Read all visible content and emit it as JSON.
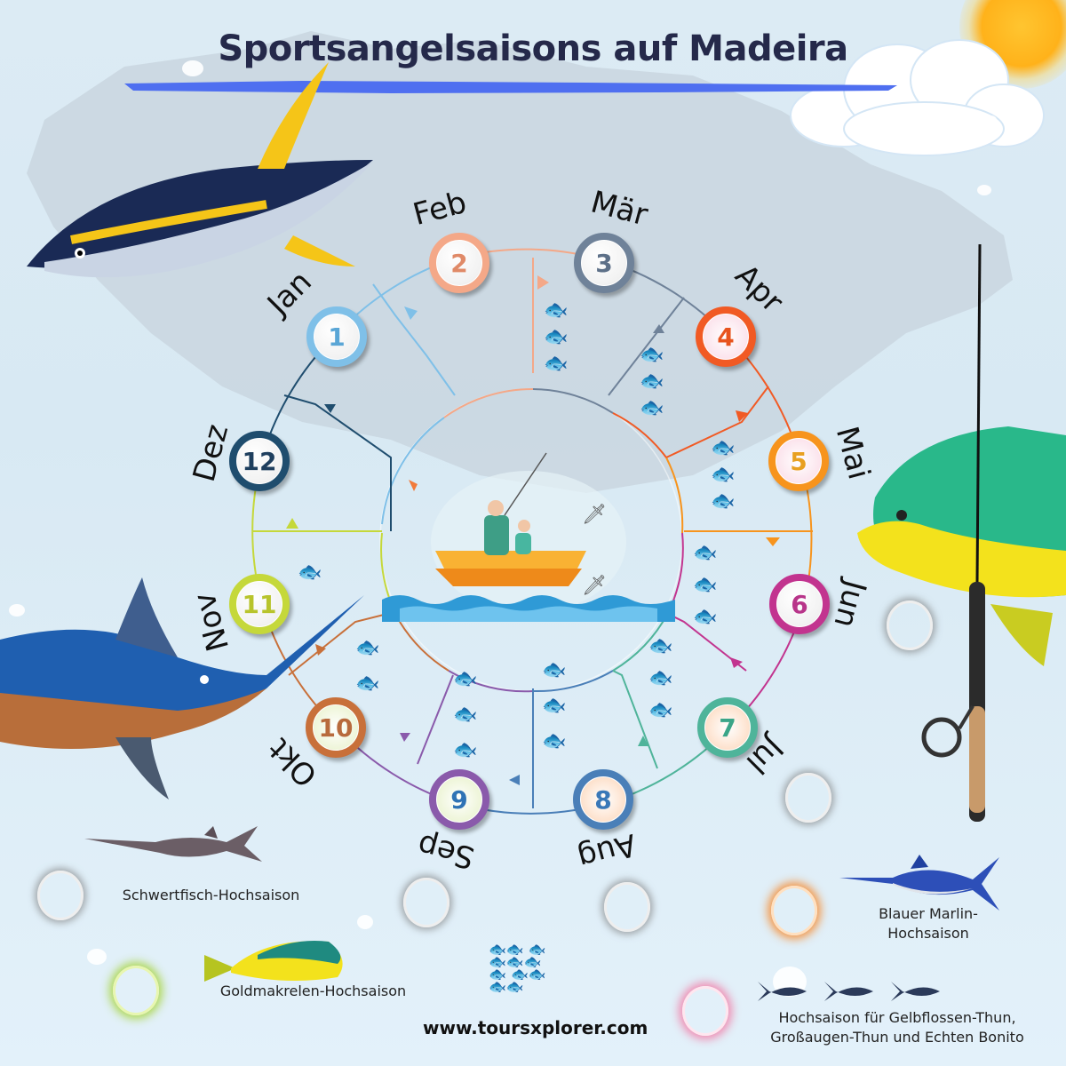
{
  "title": "Sportsangelsaisons auf Madeira",
  "website": "www.toursxplorer.com",
  "months": [
    {
      "num": "1",
      "label": "Jan",
      "color": "#7fc0e8",
      "numColor": "#5aa6d6"
    },
    {
      "num": "2",
      "label": "Feb",
      "color": "#f4a888",
      "numColor": "#e08a68"
    },
    {
      "num": "3",
      "label": "Mär",
      "color": "#6f8299",
      "numColor": "#5d7088"
    },
    {
      "num": "4",
      "label": "Apr",
      "color": "#f15a24",
      "numColor": "#e8541e"
    },
    {
      "num": "5",
      "label": "Mai",
      "color": "#f7941d",
      "numColor": "#e8a020"
    },
    {
      "num": "6",
      "label": "Jun",
      "color": "#c2348f",
      "numColor": "#b8358a"
    },
    {
      "num": "7",
      "label": "Jul",
      "color": "#4fb49a",
      "numColor": "#3aa588"
    },
    {
      "num": "8",
      "label": "Aug",
      "color": "#4a7fb8",
      "numColor": "#3a78b8"
    },
    {
      "num": "9",
      "label": "Sep",
      "color": "#8a5aab",
      "numColor": "#2f73b5"
    },
    {
      "num": "10",
      "label": "Okt",
      "color": "#c8703a",
      "numColor": "#b86a3c"
    },
    {
      "num": "11",
      "label": "Nov",
      "color": "#c5d83a",
      "numColor": "#b8c42c"
    },
    {
      "num": "12",
      "label": "Dez",
      "color": "#1f4d6e",
      "numColor": "#1f3f5e"
    }
  ],
  "legend": [
    {
      "name": "swordfish",
      "text": "Schwertfisch-Hochsaison",
      "ringColor": "#9e9e9e"
    },
    {
      "name": "dorado",
      "text": "Goldmakrelen-Hochsaison",
      "ringColor": "#a6d43a"
    },
    {
      "name": "blue-marlin",
      "text_line1": "Blauer Marlin-",
      "text_line2": "Hochsaison",
      "ringColor": "#f7882a"
    },
    {
      "name": "tuna",
      "text_line1": "Hochsaison für Gelbflossen-Thun,",
      "text_line2": "Großaugen-Thun und Echten Bonito",
      "ringColor": "#f27aa6"
    }
  ],
  "colors": {
    "title": "#25294a",
    "brush": "#4f6ff0",
    "background": "#dcebf4"
  }
}
